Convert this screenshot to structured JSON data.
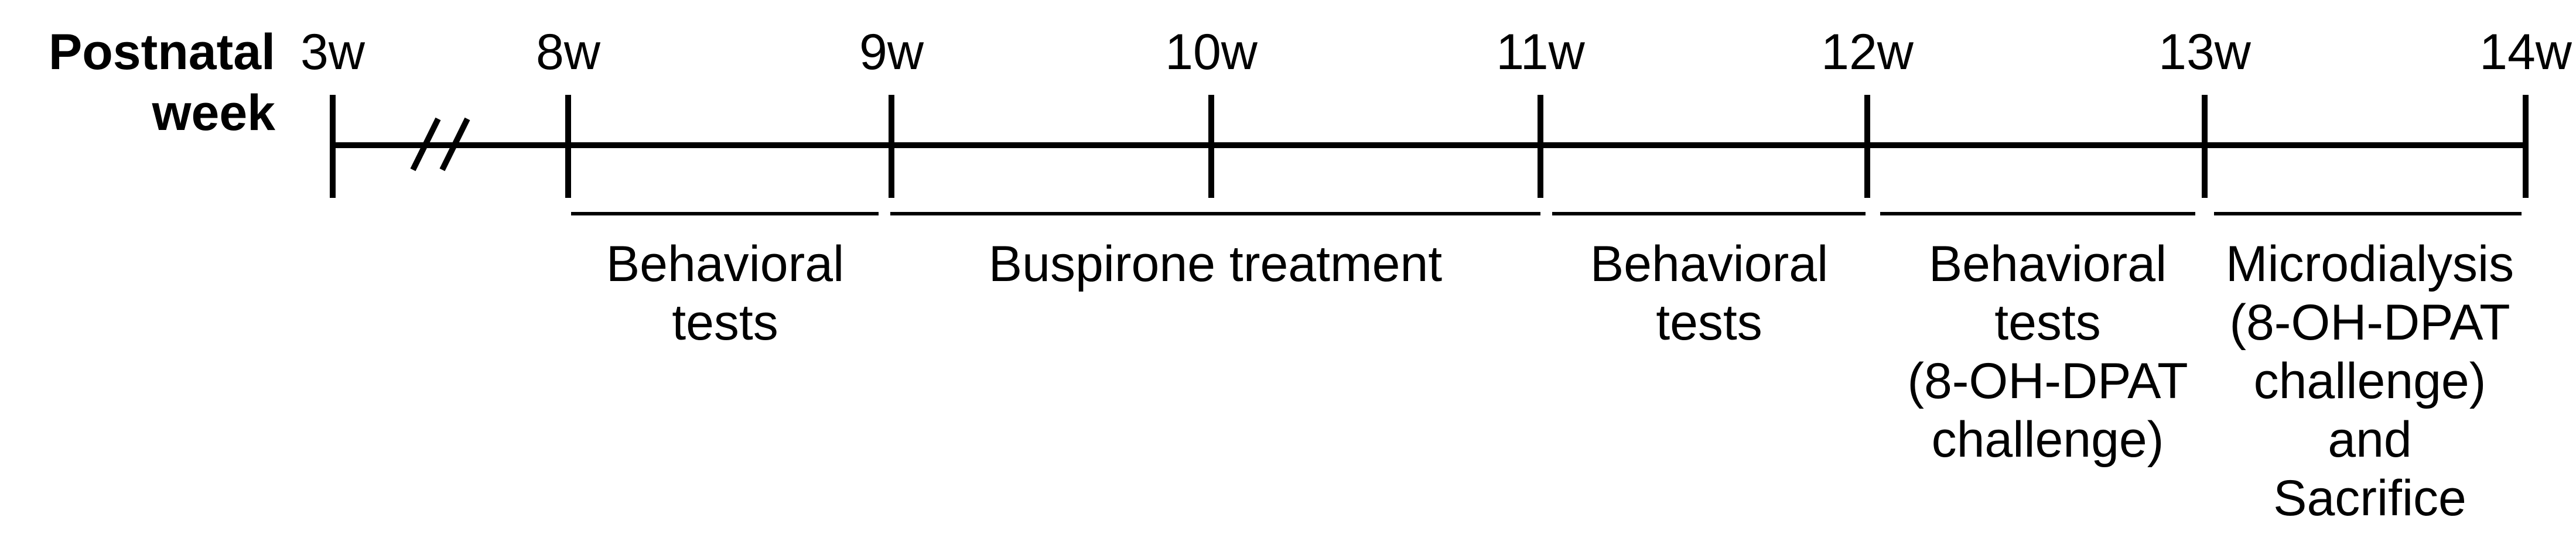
{
  "axis_title": [
    "Postnatal",
    "week"
  ],
  "weeks": [
    "3w",
    "8w",
    "9w",
    "10w",
    "11w",
    "12w",
    "13w",
    "14w"
  ],
  "phases": [
    {
      "lines": [
        "Behavioral",
        "tests"
      ]
    },
    {
      "lines": [
        "Buspirone treatment"
      ]
    },
    {
      "lines": [
        "Behavioral",
        "tests"
      ]
    },
    {
      "lines": [
        "Behavioral",
        "tests",
        "(8-OH-DPAT",
        "challenge)"
      ]
    },
    {
      "lines": [
        "Microdialysis",
        "(8-OH-DPAT",
        "challenge)",
        "and",
        "Sacrifice"
      ]
    }
  ],
  "colors": {
    "ink": "#000000",
    "background": "#ffffff"
  }
}
